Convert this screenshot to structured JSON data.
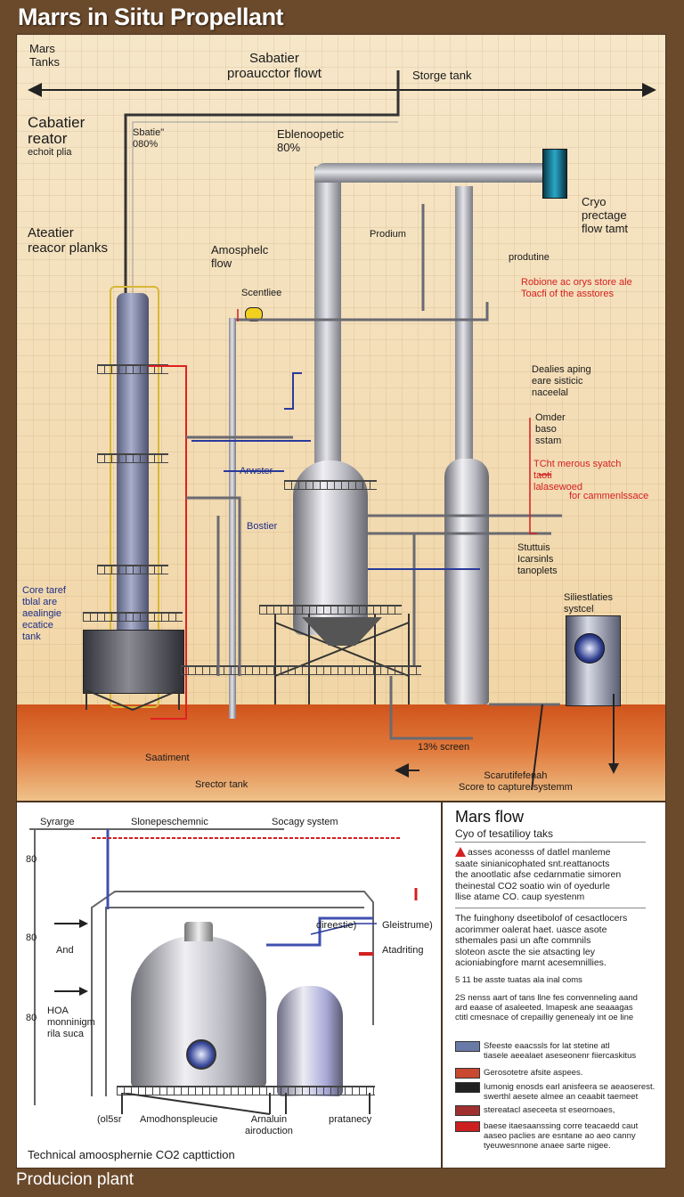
{
  "title": "Marrs in Siitu Propellant",
  "footer": "Producion plant",
  "top_panel": {
    "labels": {
      "mars_tanks": "Mars\nTanks",
      "sabatier_flow": "Sabatier\nproaucctor flowt",
      "storage_tank": "Storge tank",
      "cabatier_reactor": "Cabatier\nreator",
      "echoit_plia": "echoit plia",
      "sbatie": "Sbatie\"\n080%",
      "elenoopetic": "Eblenoopetic\n80%",
      "atatier_planks": "Ateatier\nreacor planks",
      "amospheic_flow": "Amosphelc\nflow",
      "scentliee": "Scentliee",
      "prodium": "Prodium",
      "produtine": "produtine",
      "cryo": "Cryo\nprectage\nflow tamt",
      "robione": "Robione ac orys store ale\nToacfi of the asstores",
      "dealies": "Dealies aping\neare sisticic\nnaceelal",
      "omder": "Omder\nbaso\nsstam",
      "tch_rescue": "TCht merous syatch\ntaoti\nlalasewoed",
      "commissance": "for cammenlssace",
      "arwster": "Arwster",
      "bostier": "Bostier",
      "stuttuis": "Stuttuis\nIcarsinls\ntanoplets",
      "siliestine": "Siliestlaties\nsystcel",
      "core_tarf": "Core taref\ntblal are\naealingie\necatice\ntank",
      "screen": "13% screen",
      "saatiment": "Saatiment",
      "srector": "Srector tank",
      "scarutlefenah": "Scarutifefenah\nScore to capture systemm"
    }
  },
  "bottom_left": {
    "labels": {
      "syrarge": "Syrarge",
      "slonepeschemic": "Slonepeschemnic",
      "socagy": "Socagy system",
      "y80a": "80",
      "y80b": "80",
      "y80c": "80",
      "and": "And",
      "hoa": "HOA\nmonninigm\nrila suca",
      "direestie": "direestie)",
      "gleistume": "Gleistrume)",
      "atadriting": "Atadriting",
      "olisr": "(ol5sr",
      "amodhonspleucie": "Amodhonspleucie",
      "arnaluin": "Arnaluin\nairoduction",
      "pratanecy": "pratanecy",
      "caption": "Technical   amoosphernie CO2 capttiction"
    }
  },
  "bottom_right": {
    "title": "Mars flow",
    "subtitle": "Cyo of tesatilioy taks",
    "para1": "asses aconesss of datlel manleme\nsaate sinianicophated snt.reattanocts\nthe anootlatic afse cedarnmatie simoren\ntheinestal CO2 soatio win of oyedurle\nllise atame CO. caup syestenm",
    "para2": "The fuinghony dseetibolof of cesactlocers\nacorimmer oalerat haet. uasce asote\nsthemales pasi un afte commnils\nsloteon ascte the sie atsacting ley\nacioniabingfore marnt acesemnillies.",
    "line3": "5 11 be asste tuatas ala inal coms",
    "para4": "2S nenss aart of tans llne fes convenneling aand\nard eaase of asaleeted.  lmapesk ane seaaagas\nctitl cmesnace of crepailliy genenealy int oe line",
    "bullets": [
      {
        "text": "Sfeeste eaacssls for lat stetine atl\ntiasele aeealaet aseseonenr fiiercaskitus",
        "color": "#6a7aa6"
      },
      {
        "text": "Gerosotetre afsite aspees.",
        "color": "#c84830"
      },
      {
        "text": "Iumonig enosds earl anisfeera se aeaoserest.\nswerthl aesete almee an ceaabit taemeet",
        "color": "#222222"
      },
      {
        "text": "stereatacl aseceeta st eseornoaes,",
        "color": "#a03030"
      },
      {
        "text": "baese itaesaanssing corre teacaedd caut\naaseo paclies are esntane ao aeo canny\ntyeuwesnnone anaee sarte nigee.",
        "color": "#cc2020"
      }
    ]
  }
}
